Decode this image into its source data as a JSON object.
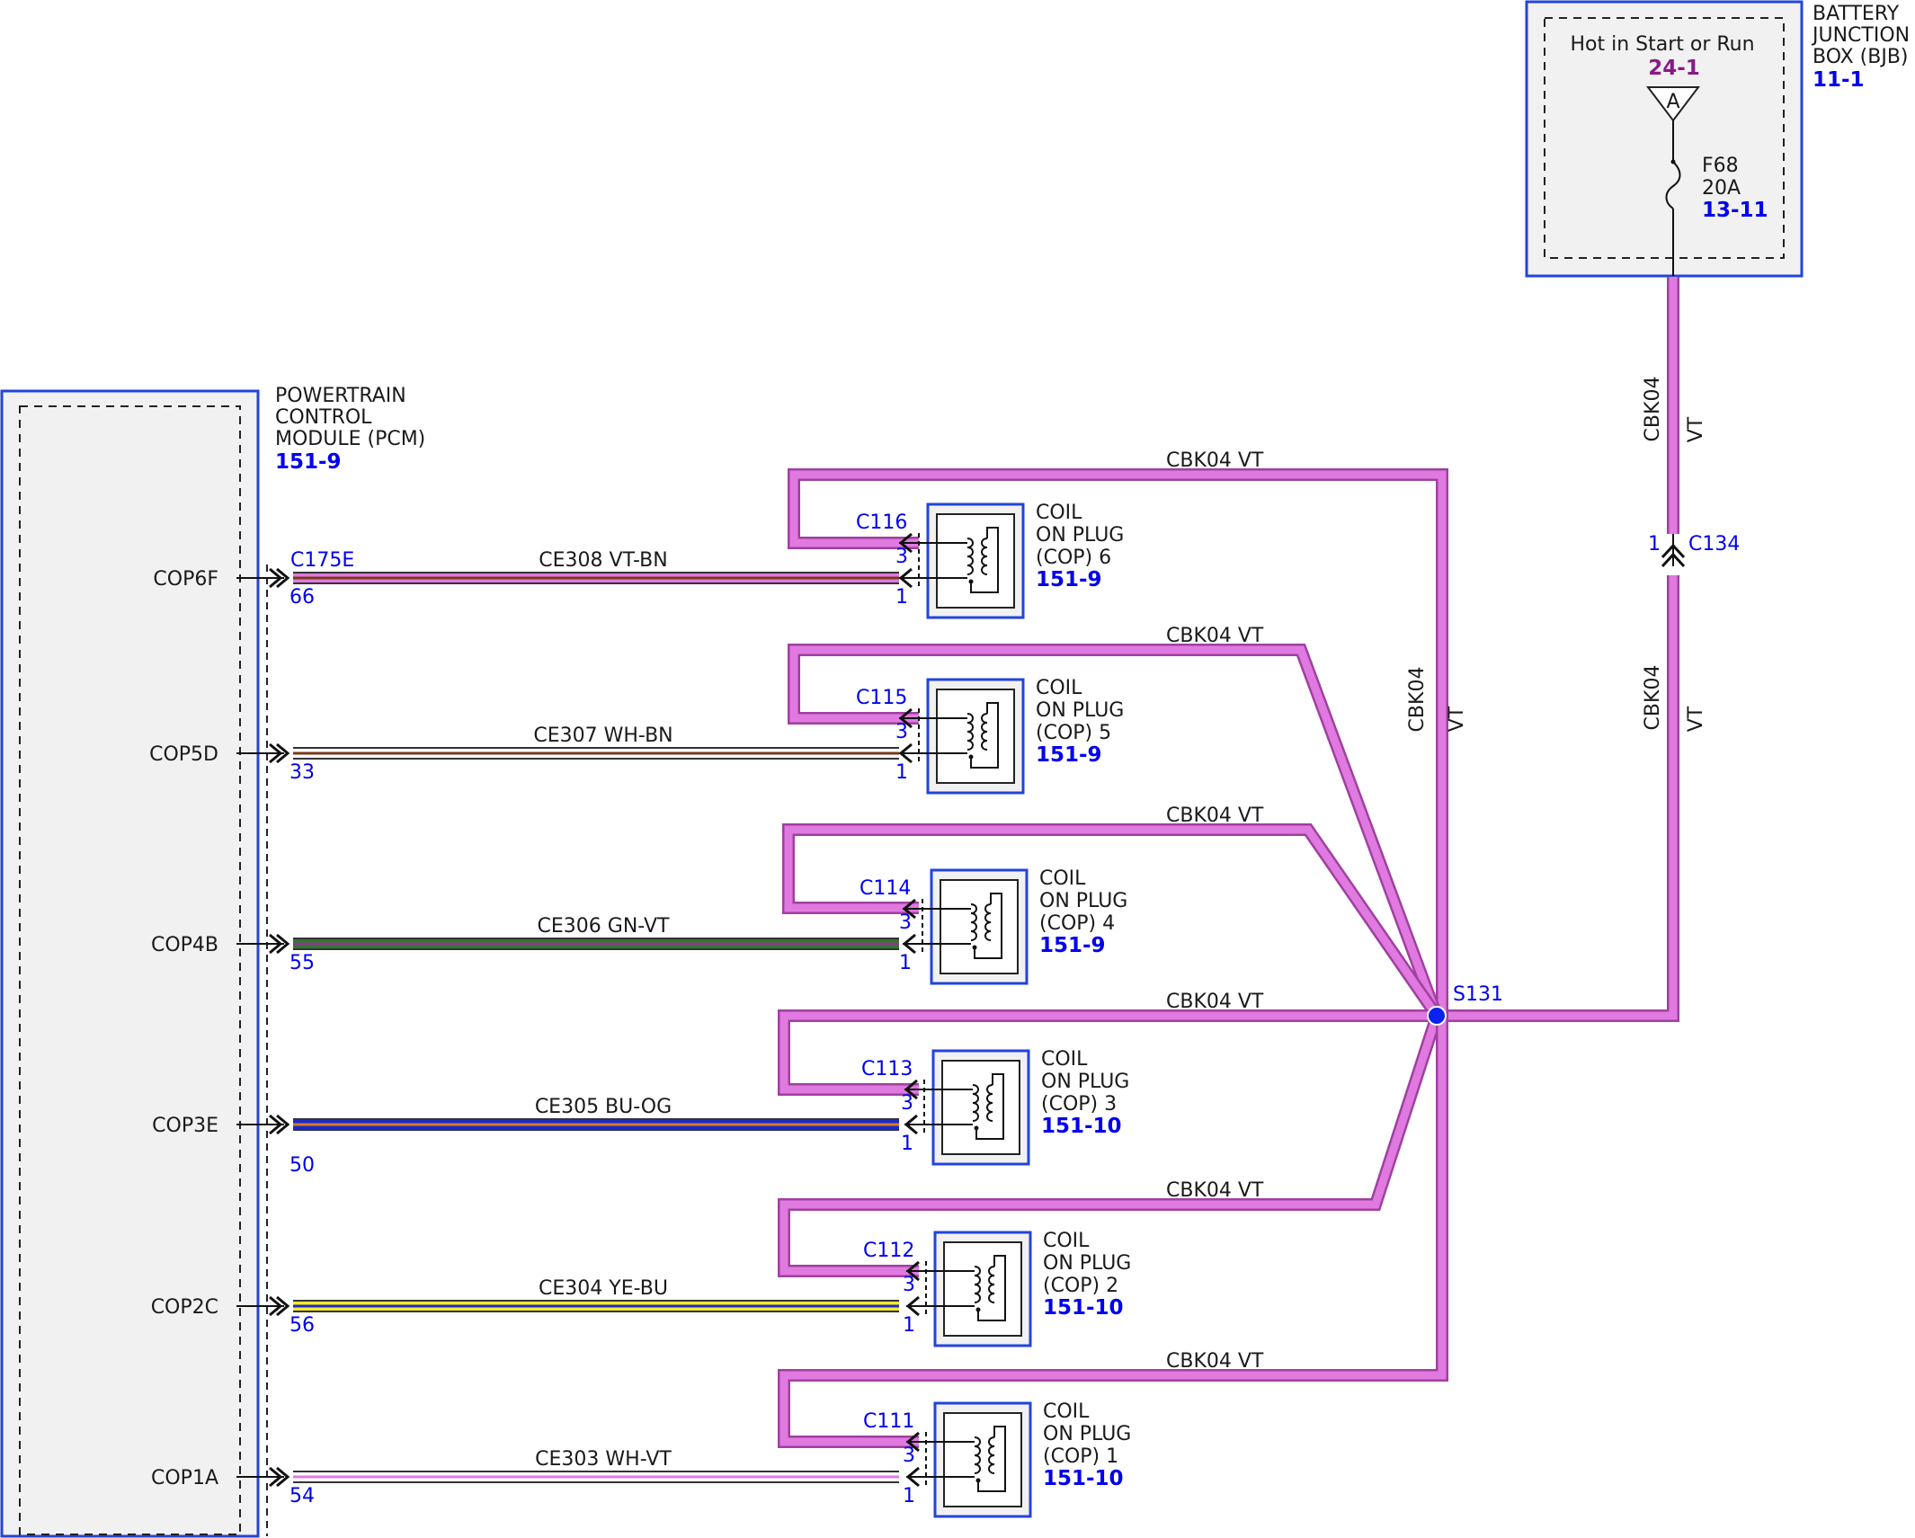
{
  "colors": {
    "vt": "#e07ae0",
    "vt_dark": "#a040a0",
    "module_border": "#2244dd",
    "module_fill": "#f1f1f1",
    "blue_text": "#0000ee",
    "purple_text": "#8a1a8a",
    "bk_line": "#111111"
  },
  "pcm": {
    "name_lines": [
      "POWERTRAIN",
      "CONTROL",
      "MODULE (PCM)"
    ],
    "ref": "151-9",
    "connector": "C175E",
    "pins": [
      {
        "label": "COP6F",
        "pin": "66"
      },
      {
        "label": "COP5D",
        "pin": "33"
      },
      {
        "label": "COP4B",
        "pin": "55"
      },
      {
        "label": "COP3E",
        "pin": "50"
      },
      {
        "label": "COP2C",
        "pin": "56"
      },
      {
        "label": "COP1A",
        "pin": "54"
      }
    ]
  },
  "bjb": {
    "name_lines": [
      "BATTERY",
      "JUNCTION",
      "BOX (BJB)"
    ],
    "ref": "11-1",
    "hot_text": "Hot in Start or Run",
    "hot_ref": "24-1",
    "bus_label": "A",
    "fuse_name": "F68",
    "fuse_rating": "20A",
    "fuse_ref": "13-11"
  },
  "c134": {
    "name": "C134",
    "pin": "1"
  },
  "splice": {
    "name": "S131"
  },
  "feed": {
    "circuit": "CBK04",
    "color": "VT"
  },
  "circuits": [
    {
      "name": "CE308",
      "color": "VT-BN",
      "c1": "#e07ae0",
      "c2": "#7a3a1a"
    },
    {
      "name": "CE307",
      "color": "WH-BN",
      "c1": "#ffffff",
      "c2": "#7a3a1a"
    },
    {
      "name": "CE306",
      "color": "GN-VT",
      "c1": "#2d7a2d",
      "c2": "#8a3a8a"
    },
    {
      "name": "CE305",
      "color": "BU-OG",
      "c1": "#1a2acc",
      "c2": "#e07a1a"
    },
    {
      "name": "CE304",
      "color": "YE-BU",
      "c1": "#f2ea2a",
      "c2": "#1a2acc"
    },
    {
      "name": "CE303",
      "color": "WH-VT",
      "c1": "#ffffff",
      "c2": "#e07ae0"
    }
  ],
  "coils": [
    {
      "connector": "C116",
      "line1": "COIL",
      "line2": "ON PLUG",
      "line3": "(COP) 6",
      "ref": "151-9",
      "pin_a": "3",
      "pin_b": "1"
    },
    {
      "connector": "C115",
      "line1": "COIL",
      "line2": "ON PLUG",
      "line3": "(COP) 5",
      "ref": "151-9",
      "pin_a": "3",
      "pin_b": "1"
    },
    {
      "connector": "C114",
      "line1": "COIL",
      "line2": "ON PLUG",
      "line3": "(COP) 4",
      "ref": "151-9",
      "pin_a": "3",
      "pin_b": "1"
    },
    {
      "connector": "C113",
      "line1": "COIL",
      "line2": "ON PLUG",
      "line3": "(COP) 3",
      "ref": "151-10",
      "pin_a": "3",
      "pin_b": "1"
    },
    {
      "connector": "C112",
      "line1": "COIL",
      "line2": "ON PLUG",
      "line3": "(COP) 2",
      "ref": "151-10",
      "pin_a": "3",
      "pin_b": "1"
    },
    {
      "connector": "C111",
      "line1": "COIL",
      "line2": "ON PLUG",
      "line3": "(COP) 1",
      "ref": "151-10",
      "pin_a": "3",
      "pin_b": "1"
    }
  ]
}
